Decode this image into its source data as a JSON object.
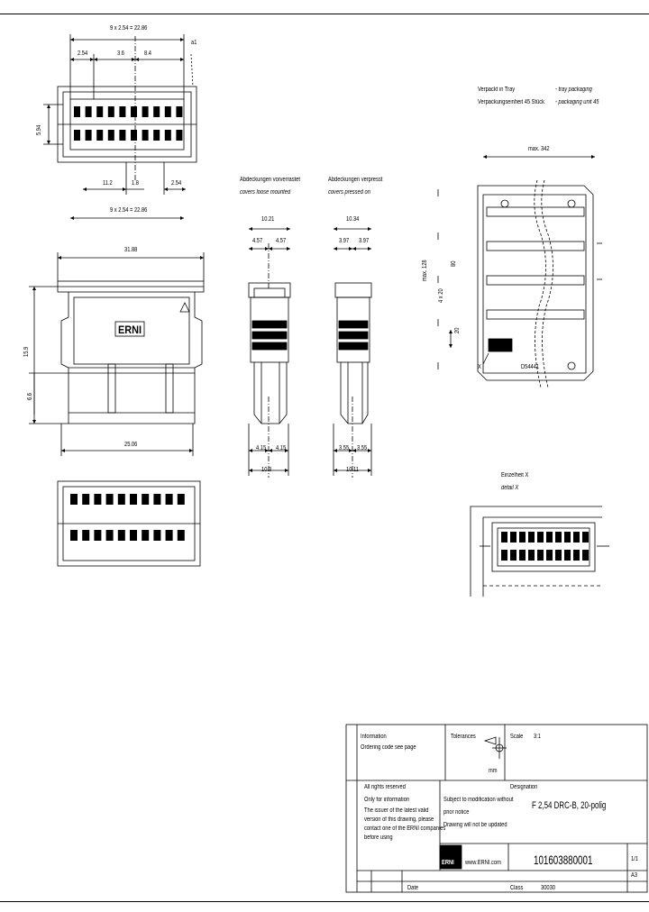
{
  "top_view": {
    "dim_total": "9 x 2.54 = 22.86",
    "dim_a": "2.54",
    "dim_b": "3.6",
    "dim_c": "8.4",
    "dim_a1": "a1",
    "dim_height": "5.94",
    "dim_d": "11.2",
    "dim_e": "1.8",
    "dim_f": "2.54",
    "dim_total_bottom": "9 x 2.54 = 22.86"
  },
  "front_view": {
    "dim_width_top": "31.88",
    "dim_height": "15.9",
    "dim_lower": "6.6",
    "dim_width_bottom": "25.06",
    "logo": "ERNI"
  },
  "cover_loose": {
    "label_de": "Abdeckungen vorverrastet",
    "label_en": "covers loose mounted",
    "dim_total": "10.21",
    "dim_l": "4.57",
    "dim_r": "4.57",
    "dim_bl": "4.15",
    "dim_br": "4.15",
    "dim_btotal": "10.3"
  },
  "cover_pressed": {
    "label_de": "Abdeckungen verpresst",
    "label_en": "covers pressed on",
    "dim_total": "10.34",
    "dim_l": "3.97",
    "dim_r": "3.97",
    "dim_bl": "3.55",
    "dim_br": "3.55",
    "dim_btotal": "10.11"
  },
  "tray": {
    "label_de_1": "Verpackt in Tray",
    "label_en_1": "- tray packaging",
    "label_de_2": "Verpackungseinheit 45 Stück",
    "label_en_2": "- packaging unit 45",
    "dim_width": "max. 342",
    "dim_height": "max. 128",
    "dim_rows": "4 x 20",
    "dim_rows_val": "80",
    "dim_pitch": "20",
    "detail_mark": "X",
    "part_marking": "D54441"
  },
  "detail": {
    "label_de": "Einzelheit X",
    "label_en": "detail X"
  },
  "title_block": {
    "info_label": "Information",
    "info_sub": "Ordering code see page",
    "tolerances": "Tolerances",
    "scale_label": "Scale",
    "scale_value": "3:1",
    "projection": "mm",
    "rights": "All rights reserved",
    "only_info": "Only for information",
    "notice_1": "The issuer of the latest valid",
    "notice_2": "version of this drawing, please",
    "notice_3": "contact one of the ERNI companies",
    "notice_4": "before using",
    "subject_1": "Subject to modification without",
    "subject_2": "prior notice",
    "subject_3": "Drawing will not be updated",
    "designation_label": "Designation",
    "designation": "F 2,54 DRC-B, 20-polig",
    "url": "www.ERNI.com",
    "logo": "ERNI",
    "part_number": "101603880001",
    "sheet": "1/1",
    "format": "A3",
    "date_label": "Date",
    "class_label": "Class",
    "class_value": "30030"
  }
}
